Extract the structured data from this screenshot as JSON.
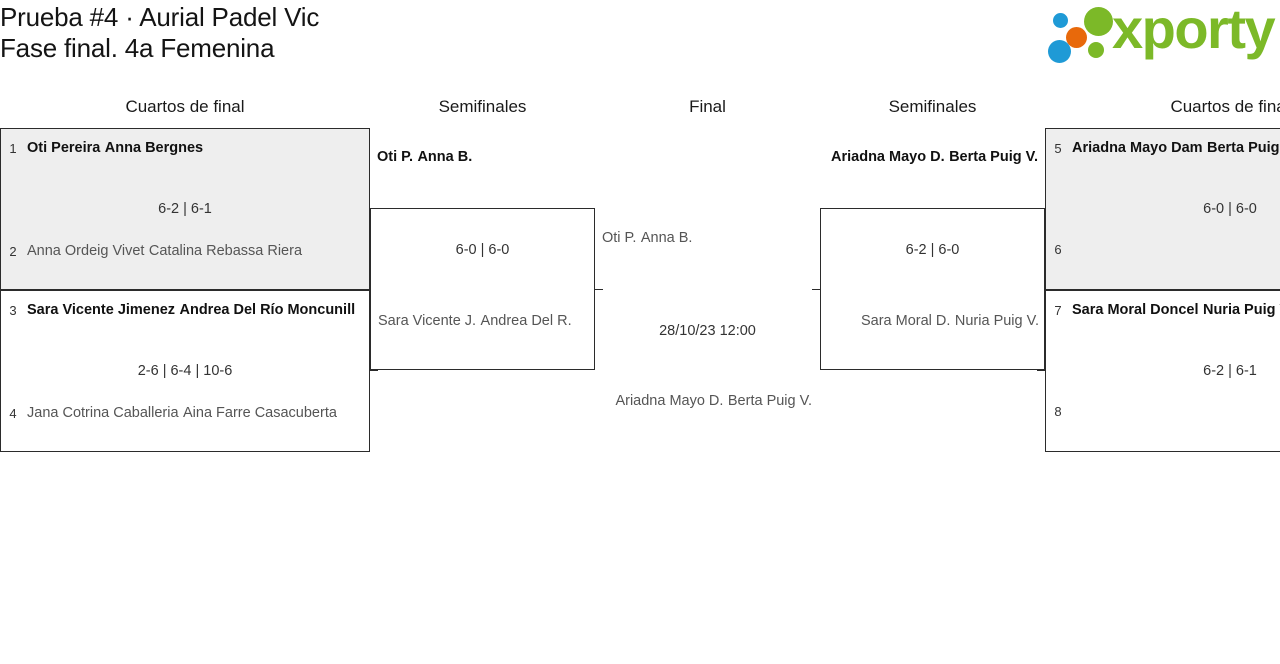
{
  "header": {
    "title_line1": "Prueba #4 · Aurial Padel Vic",
    "title_line2": "Fase final. 4a Femenina",
    "logo_text": "xporty",
    "logo_colors": {
      "green": "#7cb928",
      "blue": "#1f9ad6",
      "orange": "#e8690b"
    }
  },
  "rounds": [
    {
      "label": "Cuartos de final"
    },
    {
      "label": "Semifinales"
    },
    {
      "label": "Final"
    },
    {
      "label": "Semifinales"
    },
    {
      "label": "Cuartos de final"
    }
  ],
  "bracket": {
    "left_quarterfinals": [
      {
        "score": "6-2 | 6-1",
        "winner": {
          "seed": "1",
          "player1": "Oti Pereira",
          "player2": "Anna Bergnes"
        },
        "loser": {
          "seed": "2",
          "player1": "Anna Ordeig Vivet",
          "player2": "Catalina Rebassa Riera"
        }
      },
      {
        "score": "2-6 | 6-4 | 10-6",
        "winner": {
          "seed": "3",
          "player1": "Sara Vicente Jimenez",
          "player2": "Andrea Del Río Moncunill"
        },
        "loser": {
          "seed": "4",
          "player1": "Jana Cotrina Caballeria",
          "player2": "Aina Farre Casacuberta"
        }
      }
    ],
    "left_semifinal": {
      "score": "6-0 | 6-0",
      "winner": {
        "player1": "Oti P.",
        "player2": "Anna B."
      },
      "loser": {
        "player1": "Sara Vicente J.",
        "player2": "Andrea Del R."
      }
    },
    "final": {
      "schedule": "28/10/23 12:00",
      "left_team": {
        "player1": "Oti P.",
        "player2": "Anna B."
      },
      "right_team": {
        "player1": "Ariadna Mayo D.",
        "player2": "Berta Puig V."
      }
    },
    "right_semifinal": {
      "score": "6-2 | 6-0",
      "winner": {
        "player1": "Ariadna Mayo D.",
        "player2": "Berta Puig V."
      },
      "loser": {
        "player1": "Sara Moral D.",
        "player2": "Nuria Puig V."
      }
    },
    "right_quarterfinals": [
      {
        "score": "6-0 | 6-0",
        "winner": {
          "seed": "5",
          "player1": "Ariadna Mayo Dam",
          "player2": "Berta Puig Vila"
        },
        "loser": {
          "seed": "6",
          "player1": "",
          "player2": ""
        }
      },
      {
        "score": "6-2 | 6-1",
        "winner": {
          "seed": "7",
          "player1": "Sara Moral Doncel",
          "player2": "Nuria Puig Vilaro"
        },
        "loser": {
          "seed": "8",
          "player1": "",
          "player2": ""
        }
      }
    ]
  }
}
